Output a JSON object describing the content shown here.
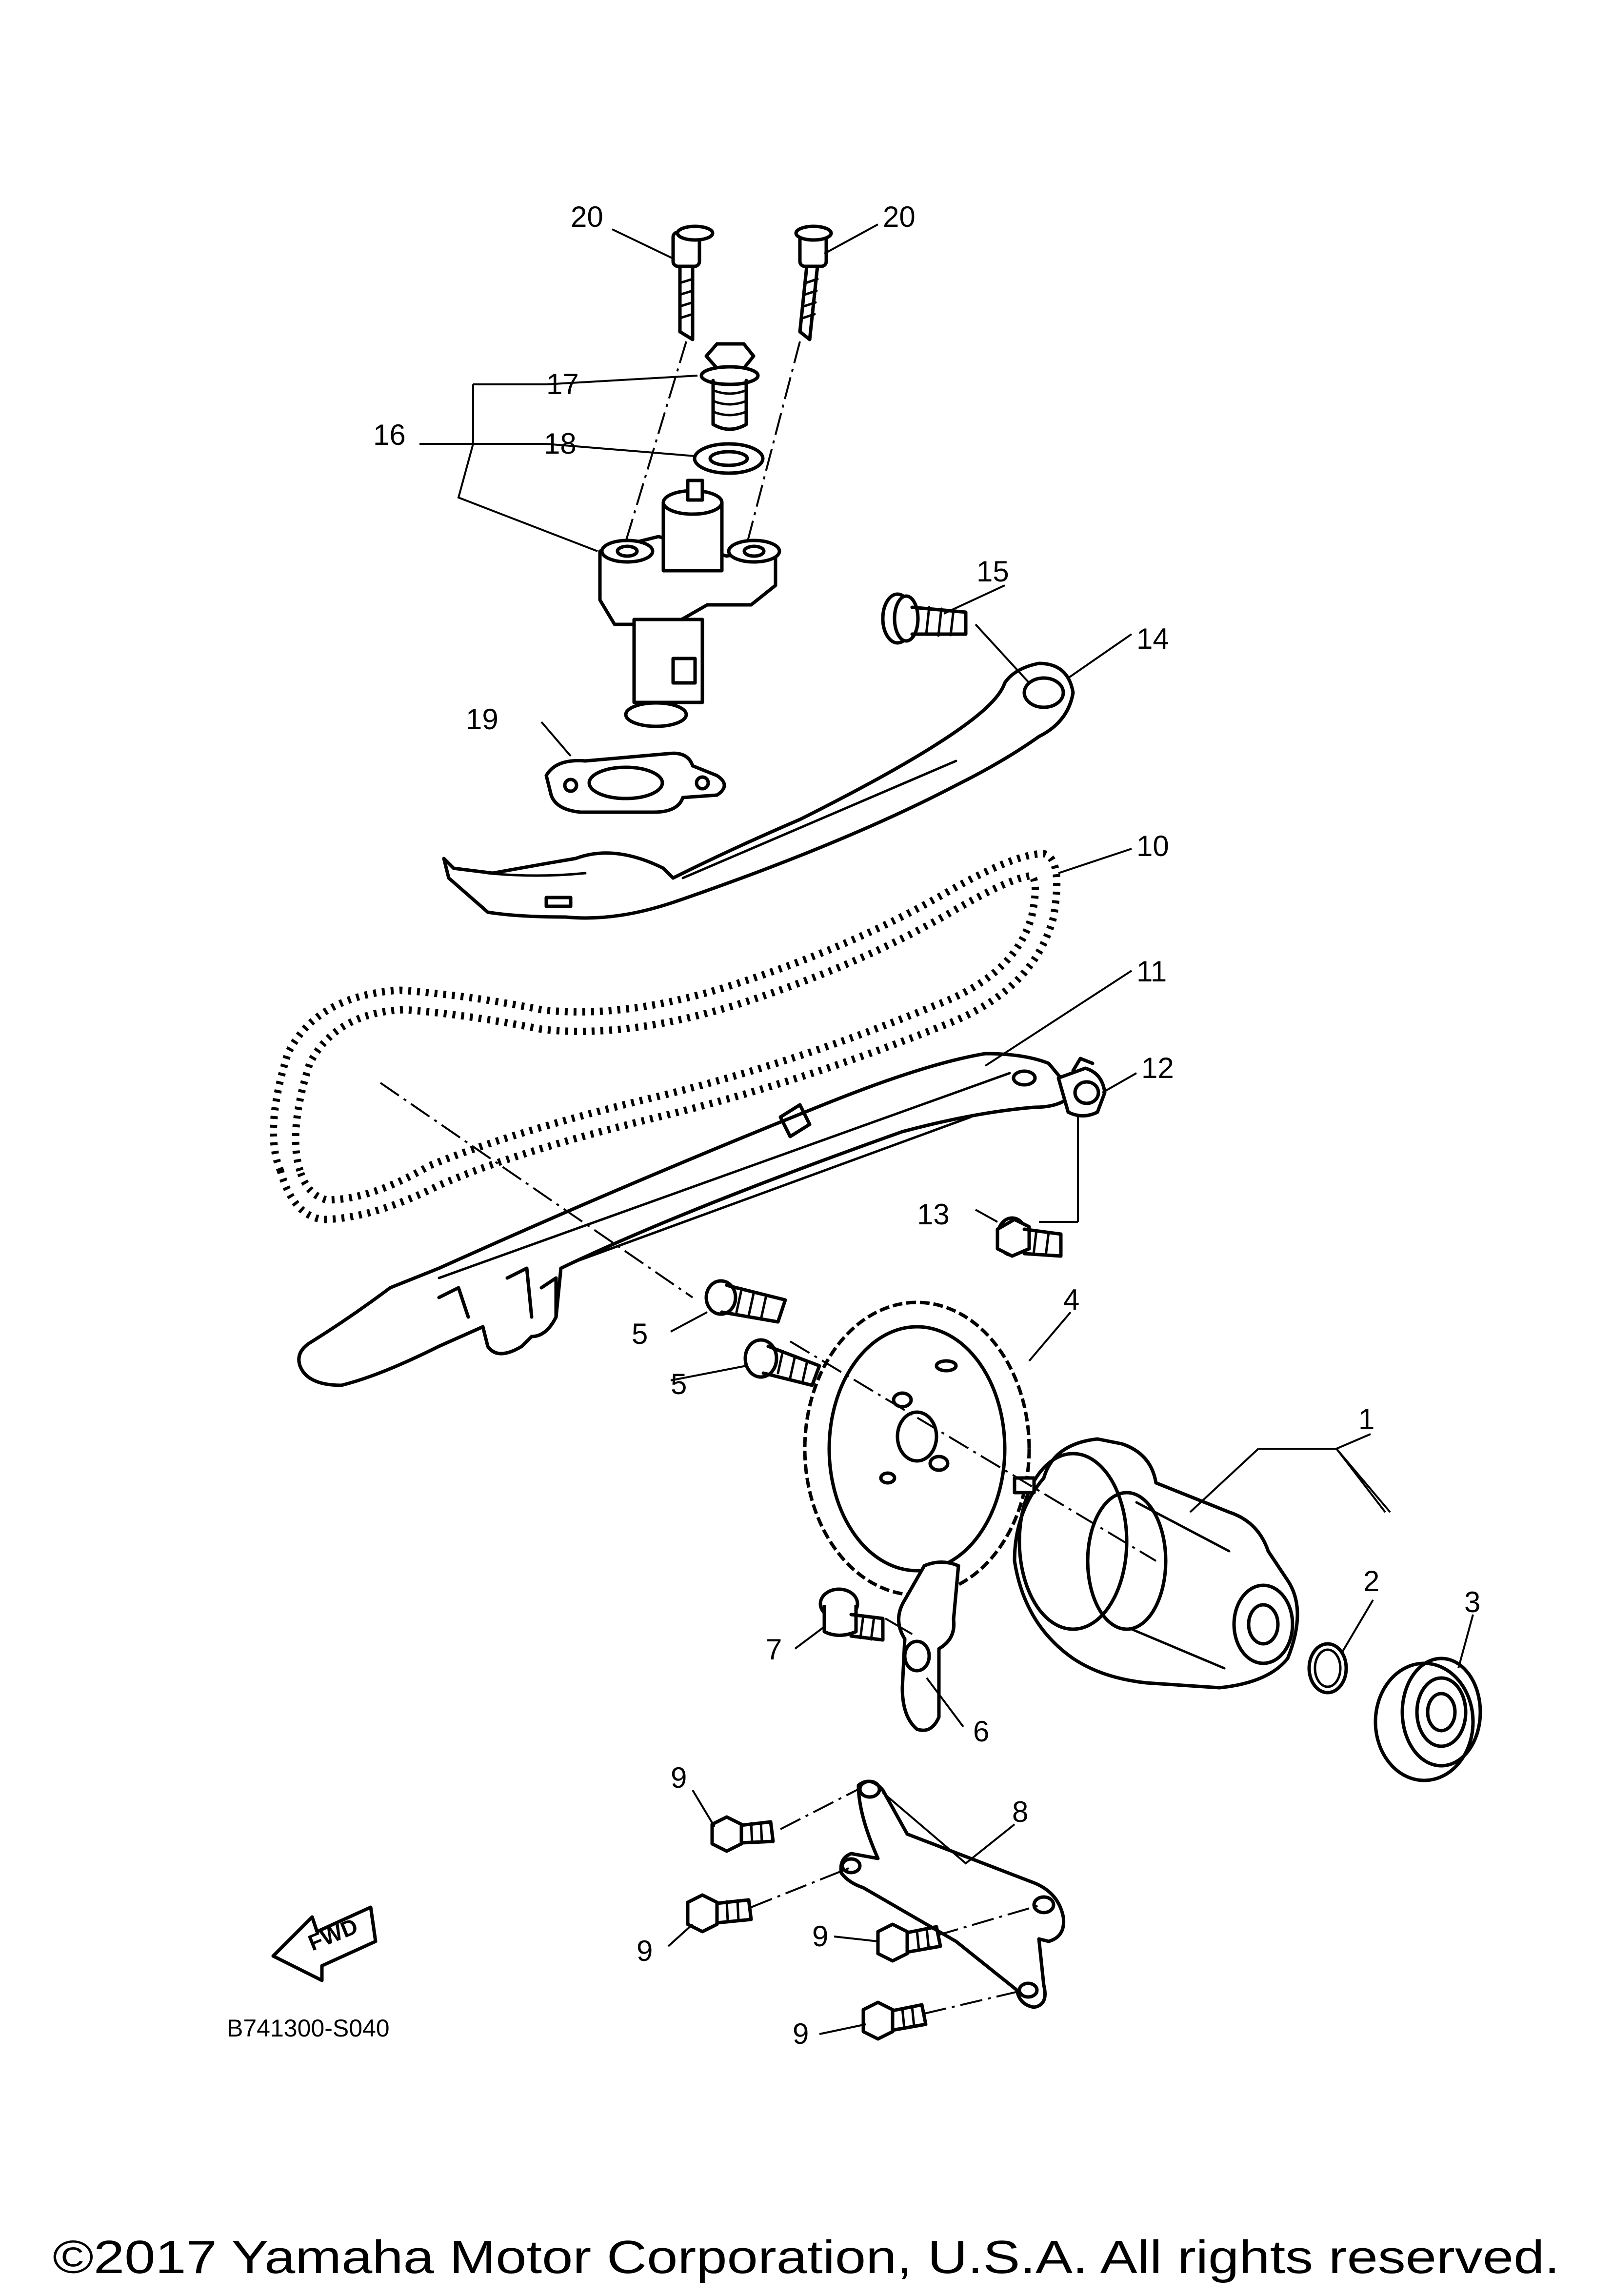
{
  "diagram": {
    "callouts": {
      "c1": "1",
      "c2": "2",
      "c3": "3",
      "c4": "4",
      "c5a": "5",
      "c5b": "5",
      "c6": "6",
      "c7": "7",
      "c8": "8",
      "c9a": "9",
      "c9b": "9",
      "c9c": "9",
      "c9d": "9",
      "c10": "10",
      "c11": "11",
      "c12": "12",
      "c13": "13",
      "c14": "14",
      "c15": "15",
      "c16": "16",
      "c17": "17",
      "c18": "18",
      "c19": "19",
      "c20a": "20",
      "c20b": "20"
    },
    "fwd_label": "FWD",
    "part_code": "B741300-S040"
  },
  "footer": {
    "copyright": "©2017 Yamaha Motor Corporation, U.S.A. All rights reserved."
  }
}
